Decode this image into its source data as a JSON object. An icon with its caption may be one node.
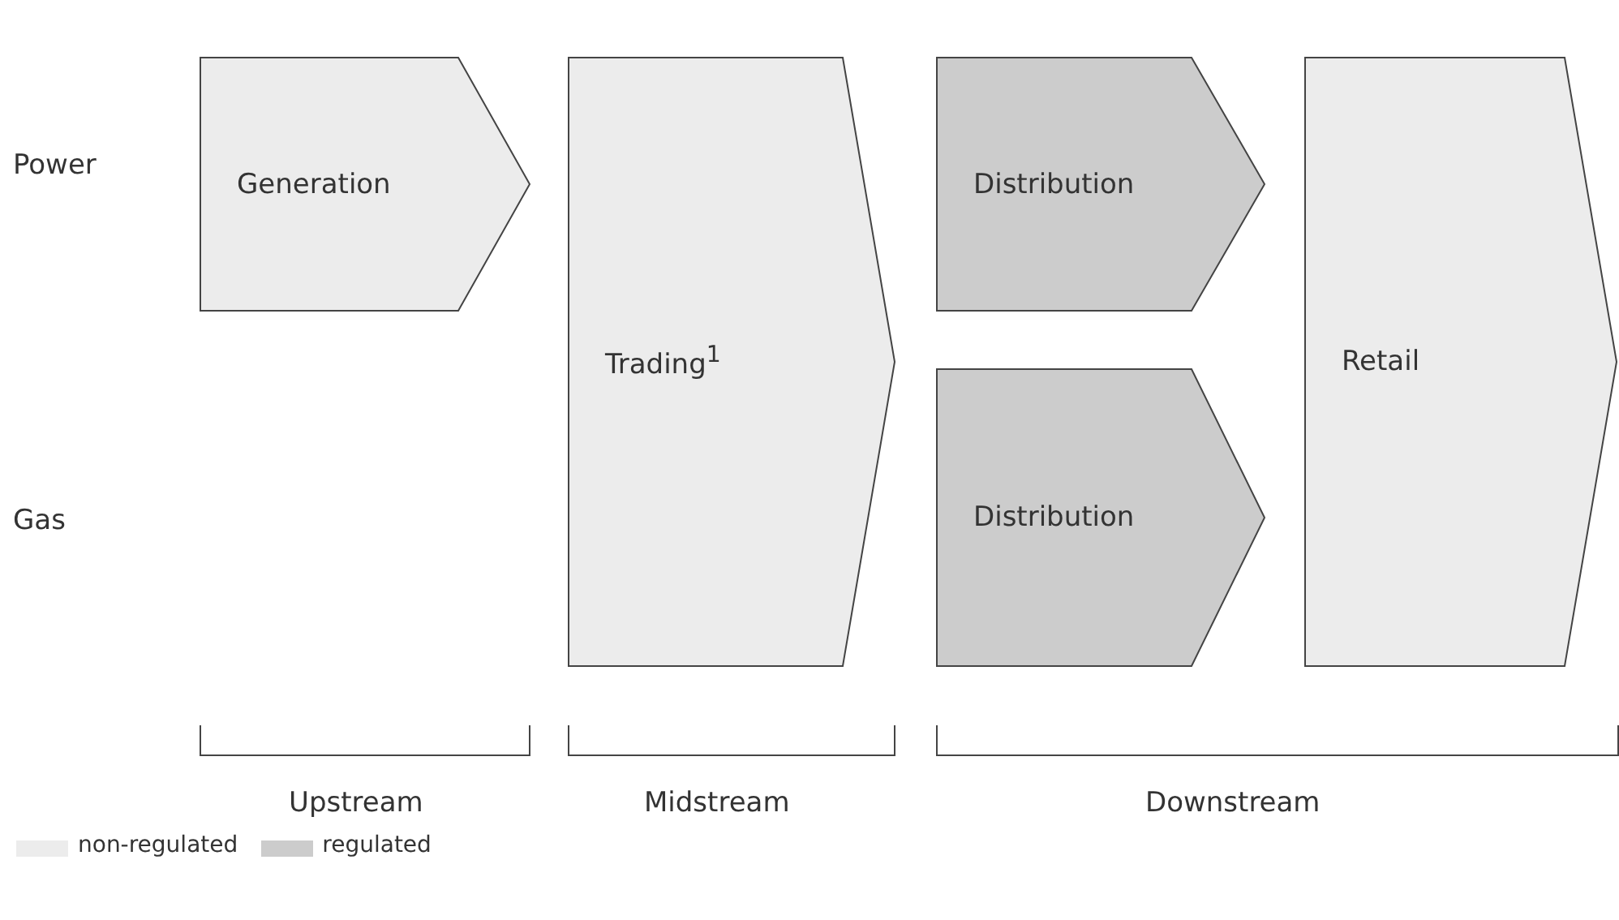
{
  "diagram": {
    "nodes": [
      {
        "text": [
          "Generation"
        ]
      },
      {
        "text": [
          "Trading$^{1}$"
        ]
      },
      {
        "text": [
          "Distribution"
        ]
      },
      {
        "text": [
          "Distribution"
        ]
      },
      {
        "text": [
          "Retail"
        ]
      }
    ],
    "edges": [],
    "labels": [
      "Power",
      "Gas",
      "Upstream",
      "Midstream",
      "Downstream"
    ],
    "legend": [
      {
        "text": "non-regulated",
        "color": "#ececec"
      },
      {
        "text": "regulated",
        "color": "#cccccc"
      }
    ]
  }
}
